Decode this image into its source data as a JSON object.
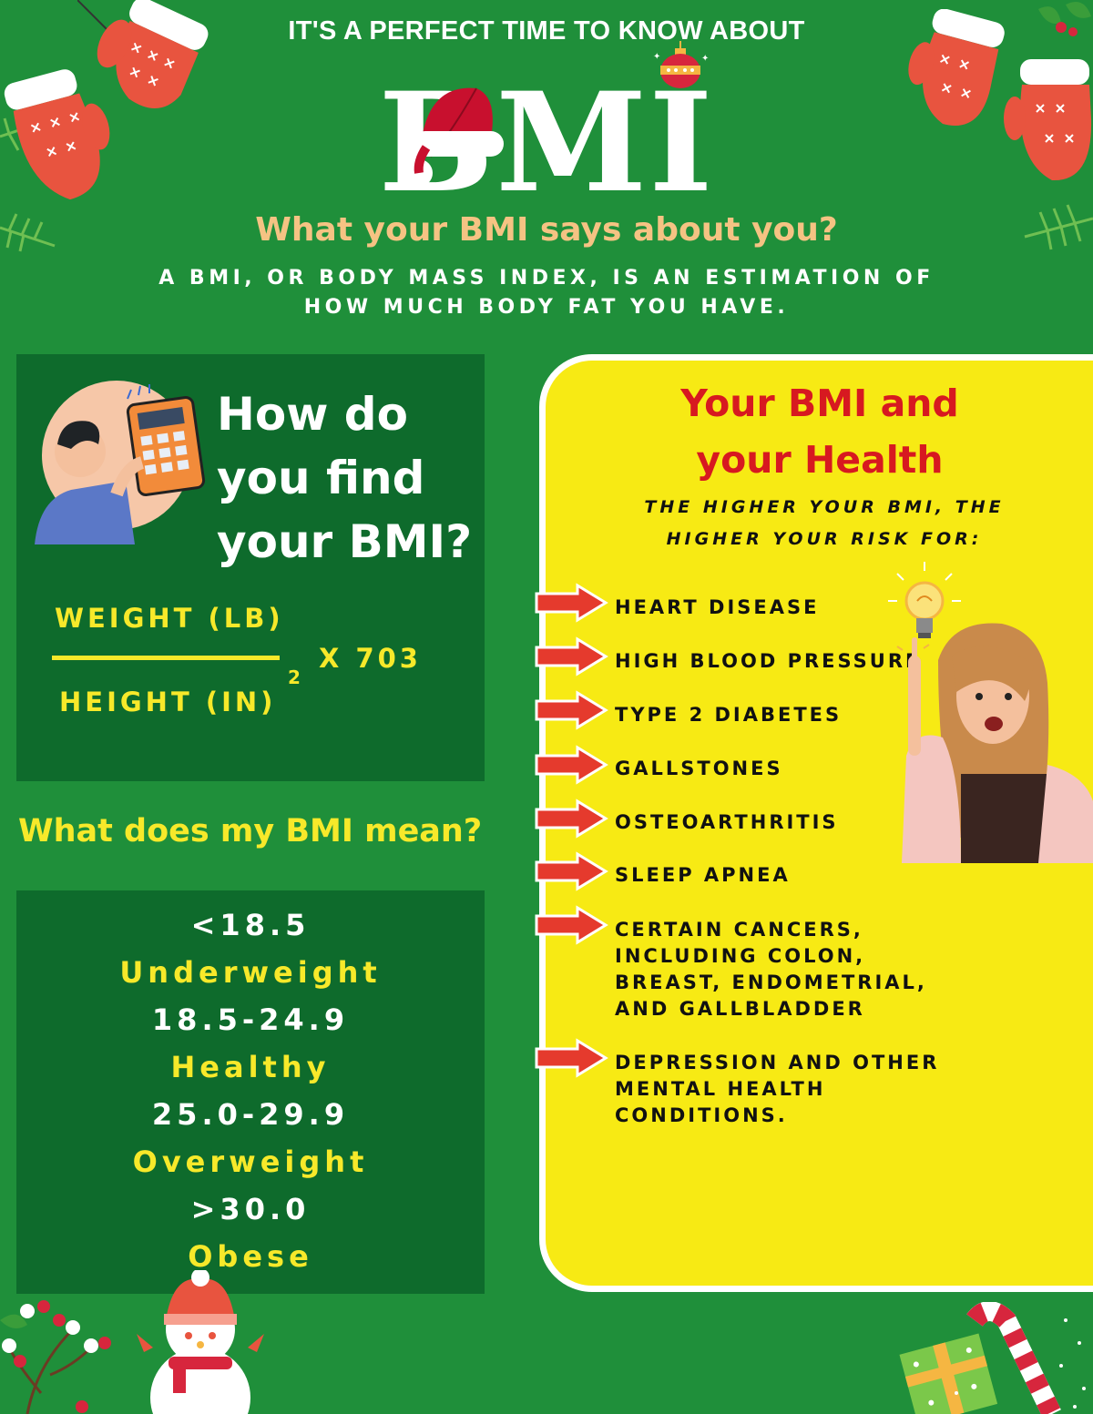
{
  "header": {
    "kicker": "IT'S A PERFECT TIME TO KNOW ABOUT",
    "title": "BMI",
    "subtitle": "What your BMI says about you?",
    "intro": "A BMI, OR BODY MASS INDEX, IS AN ESTIMATION OF HOW MUCH BODY FAT YOU HAVE."
  },
  "find": {
    "heading_lines": [
      "How do",
      "you find",
      "your BMI?"
    ],
    "numerator": "WEIGHT (LB)",
    "denominator": "HEIGHT (IN)",
    "exponent": "2",
    "multiplier": "X 703"
  },
  "meaning": {
    "heading": "What does my BMI mean?",
    "ranges": [
      {
        "range": "<18.5",
        "label": "Underweight"
      },
      {
        "range": "18.5-24.9",
        "label": "Healthy"
      },
      {
        "range": "25.0-29.9",
        "label": "Overweight"
      },
      {
        "range": ">30.0",
        "label": "Obese"
      }
    ]
  },
  "health": {
    "title_lines": [
      "Your BMI and",
      "your Health"
    ],
    "intro_lines": [
      "THE HIGHER YOUR BMI, THE",
      "HIGHER YOUR RISK FOR:"
    ],
    "risks": [
      [
        "HEART DISEASE"
      ],
      [
        "HIGH BLOOD PRESSURE"
      ],
      [
        "TYPE 2 DIABETES"
      ],
      [
        "GALLSTONES"
      ],
      [
        "OSTEOARTHRITIS"
      ],
      [
        "SLEEP APNEA"
      ],
      [
        "CERTAIN CANCERS,",
        "INCLUDING COLON,",
        "BREAST, ENDOMETRIAL,",
        "AND GALLBLADDER"
      ],
      [
        "DEPRESSION AND OTHER",
        "MENTAL HEALTH",
        "CONDITIONS."
      ]
    ]
  },
  "colors": {
    "background": "#1f8f3a",
    "panel": "#0e6b2c",
    "accent_yellow": "#f7e92a",
    "accent_peach": "#f5c383",
    "card_yellow": "#f7ea14",
    "title_red": "#d71920",
    "arrow_red": "#e53a2d"
  },
  "icons": [
    "mitten-icon",
    "pine-branch-icon",
    "santa-hat-icon",
    "ornament-icon",
    "calculator-person-icon",
    "lightbulb-icon",
    "woman-pointing-icon",
    "arrow-right-icon",
    "snowman-icon",
    "berry-branch-icon",
    "gift-box-icon",
    "candy-cane-icon"
  ]
}
